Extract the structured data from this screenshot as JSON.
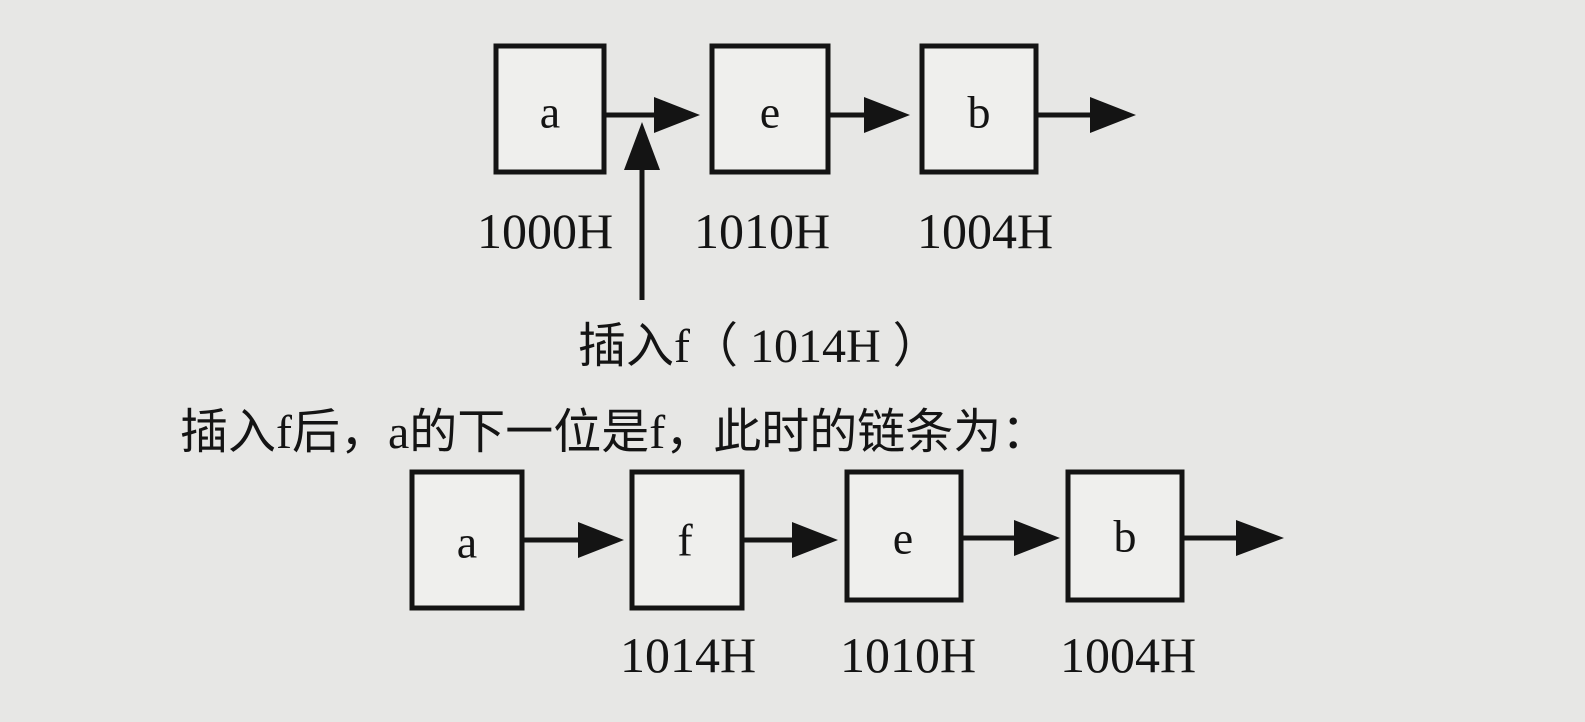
{
  "top_chain": {
    "nodes": [
      {
        "label": "a",
        "address": "1000H"
      },
      {
        "label": "e",
        "address": "1010H"
      },
      {
        "label": "b",
        "address": "1004H"
      }
    ]
  },
  "insert_note": "插入f（ 1014H ）",
  "result_caption": "插入f后，a的下一位是f，此时的链条为：",
  "bottom_chain": {
    "nodes": [
      {
        "label": "a",
        "address": ""
      },
      {
        "label": "f",
        "address": "1014H"
      },
      {
        "label": "e",
        "address": "1010H"
      },
      {
        "label": "b",
        "address": "1004H"
      }
    ]
  },
  "colors": {
    "ink": "#141414",
    "paper": "#e7e7e5"
  }
}
